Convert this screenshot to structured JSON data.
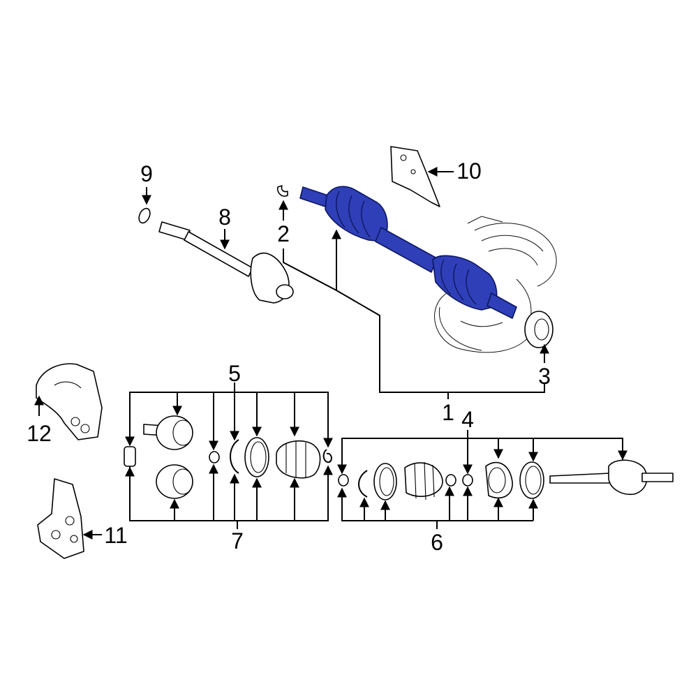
{
  "diagram": {
    "callouts": [
      {
        "id": "1",
        "text": "1"
      },
      {
        "id": "2",
        "text": "2"
      },
      {
        "id": "3",
        "text": "3"
      },
      {
        "id": "4",
        "text": "4"
      },
      {
        "id": "5",
        "text": "5"
      },
      {
        "id": "6",
        "text": "6"
      },
      {
        "id": "7",
        "text": "7"
      },
      {
        "id": "8",
        "text": "8"
      },
      {
        "id": "9",
        "text": "9"
      },
      {
        "id": "10",
        "text": "10"
      },
      {
        "id": "11",
        "text": "11"
      },
      {
        "id": "12",
        "text": "12"
      }
    ],
    "colors": {
      "highlight": "#2f3fb8",
      "line": "#000000",
      "background": "#ffffff"
    }
  }
}
